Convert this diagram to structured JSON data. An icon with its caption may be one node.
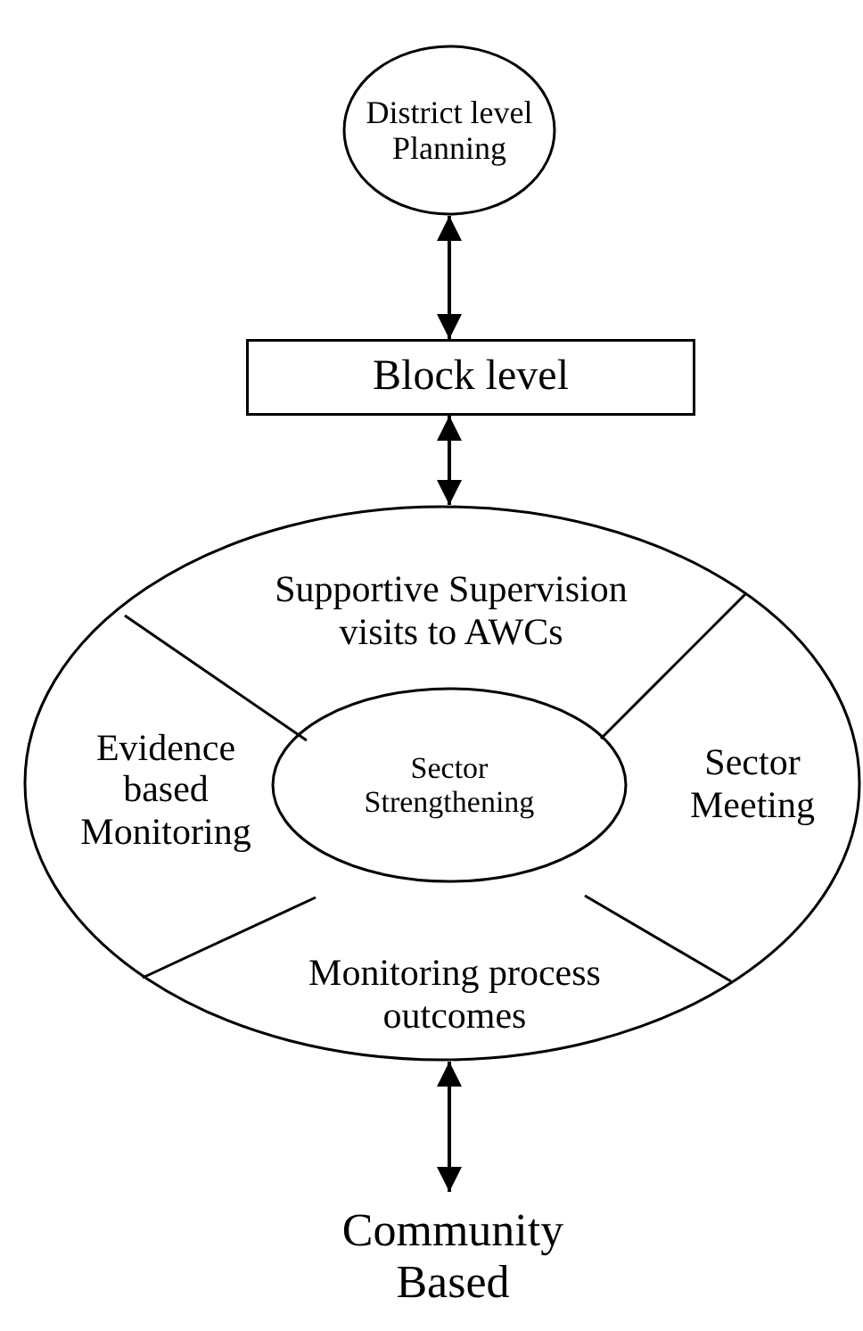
{
  "diagram": {
    "nodes": [
      {
        "text": [
          "District level Planning"
        ]
      },
      {
        "text": [
          "Block level"
        ]
      },
      {
        "text": [],
        "shape": "ellipse"
      },
      {
        "text": [
          "Supportive Supervision visits to AWCs"
        ],
        "in": 2
      },
      {
        "text": [
          "Evidence based Monitoring"
        ],
        "in": 2
      },
      {
        "text": [
          "Sector Strengthening"
        ],
        "in": 2
      },
      {
        "text": [
          "Sector Meeting"
        ],
        "in": 2
      },
      {
        "text": [
          "Monitoring process outcomes"
        ],
        "in": 2
      },
      {
        "text": [
          "Community Based"
        ]
      }
    ],
    "edges": [
      {
        "from": 0,
        "to": 1,
        "arrow": "both"
      },
      {
        "from": 1,
        "to": 2,
        "arrow": "both"
      },
      {
        "from": 2,
        "to": 8,
        "arrow": "both"
      }
    ]
  }
}
